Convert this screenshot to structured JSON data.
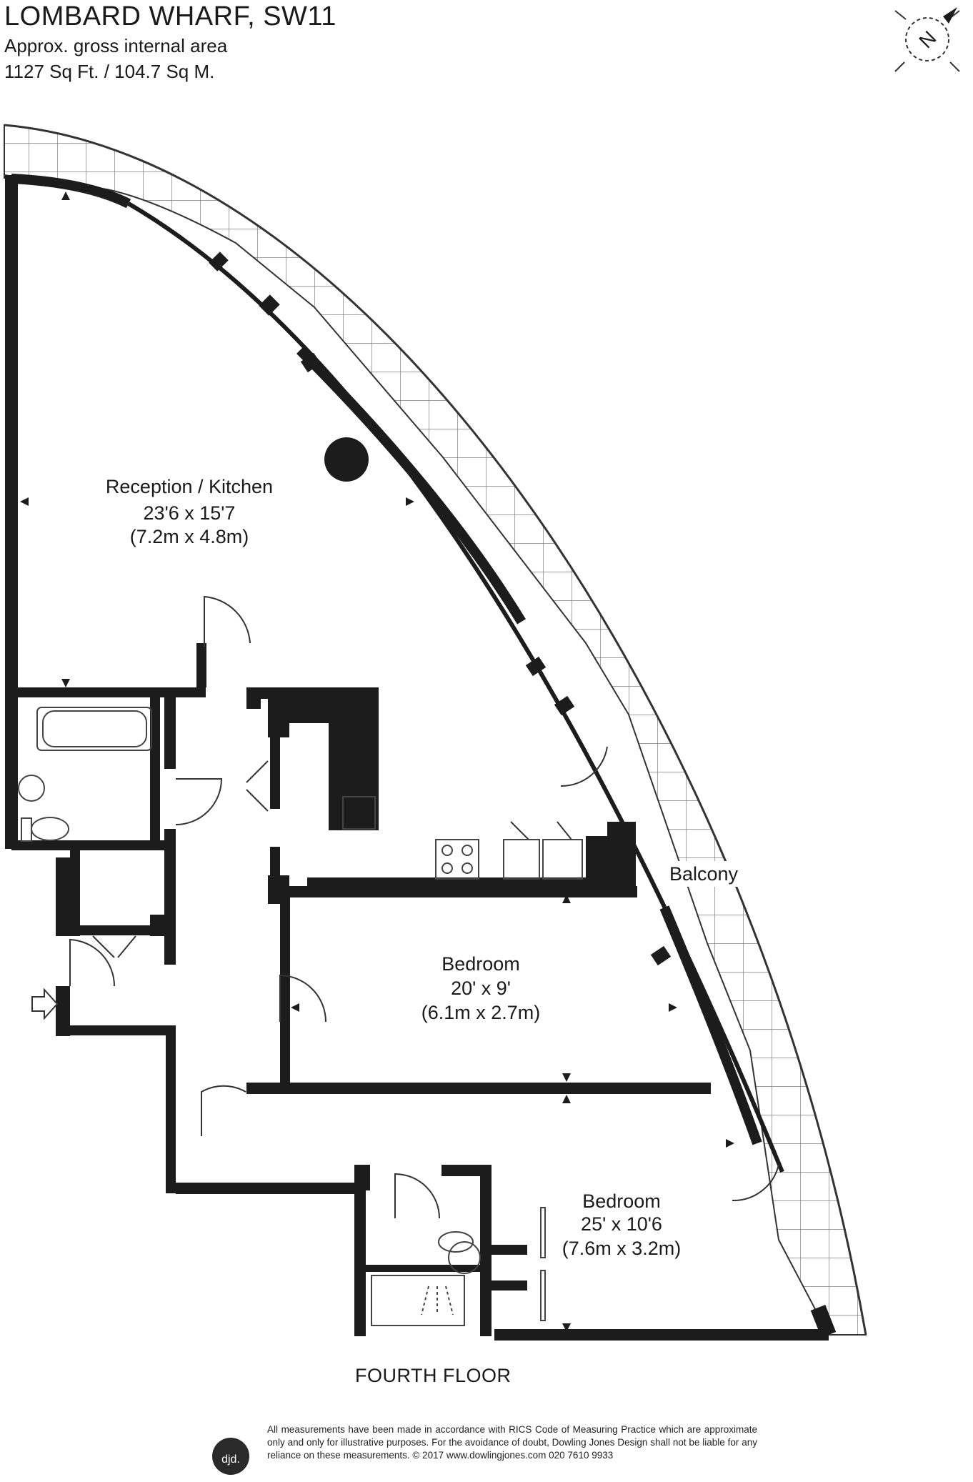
{
  "header": {
    "title": "LOMBARD WHARF, SW11",
    "area_label": "Approx. gross internal area",
    "area_value": "1127 Sq Ft. / 104.7 Sq M."
  },
  "compass": {
    "label": "N",
    "icon": "north-arrow-icon"
  },
  "rooms": [
    {
      "name": "Reception / Kitchen",
      "size_imperial": "23'6 x 15'7",
      "size_metric": "(7.2m x 4.8m)"
    },
    {
      "name": "Bedroom",
      "size_imperial": "20' x 9'",
      "size_metric": "(6.1m x 2.7m)"
    },
    {
      "name": "Bedroom",
      "size_imperial": "25' x 10'6",
      "size_metric": "(7.6m x 3.2m)"
    },
    {
      "name": "Balcony"
    }
  ],
  "floor_label": "FOURTH FLOOR",
  "footer": {
    "logo_text": "djd.",
    "disclaimer": "All measurements have been made in accordance with RICS Code of Measuring Practice which are approximate only and only for illustrative purposes. For the avoidance of doubt, Dowling Jones Design shall not be liable for any reliance on these measurements. © 2017 www.dowlingjones.com 020 7610 9933"
  },
  "colors": {
    "wall": "#1c1c1c",
    "grid_line": "#555555",
    "background": "#ffffff"
  }
}
